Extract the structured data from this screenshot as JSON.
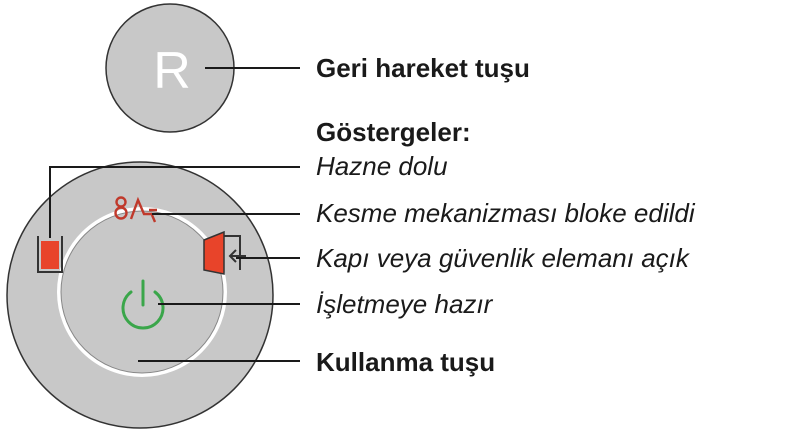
{
  "reverse_button": {
    "letter": "R",
    "label": "Geri hareket tuşu"
  },
  "indicators_heading": "Göstergeler:",
  "indicators": [
    {
      "label": "Hazne dolu",
      "icon": "bin-full-icon",
      "color": "#e8442a"
    },
    {
      "label": "Kesme mekanizması bloke edildi",
      "icon": "cutter-blocked-icon",
      "color": "#c0392b"
    },
    {
      "label": "Kapı veya güvenlik elemanı açık",
      "icon": "door-open-icon",
      "color": "#e8442a"
    },
    {
      "label": "İşletmeye hazır",
      "icon": "power-icon",
      "color": "#3aa64a"
    }
  ],
  "operate_button": {
    "label": "Kullanma tuşu"
  },
  "colors": {
    "button_gray": "#c8c8c8",
    "button_edge": "#333333",
    "line": "#1a1a1a"
  }
}
